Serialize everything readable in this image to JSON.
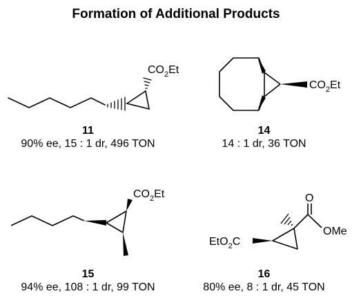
{
  "title": "Formation of Additional Products",
  "compounds": [
    {
      "number": "11",
      "result": "90% ee, 15 : 1 dr, 496 TON",
      "labels": {
        "ester": [
          "CO",
          "2",
          "Et"
        ]
      }
    },
    {
      "number": "14",
      "result": "14 : 1 dr, 36 TON",
      "labels": {
        "ester": [
          "CO",
          "2",
          "Et"
        ]
      }
    },
    {
      "number": "15",
      "result": "94% ee, 108 : 1 dr, 99 TON",
      "labels": {
        "ester": [
          "CO",
          "2",
          "Et"
        ]
      }
    },
    {
      "number": "16",
      "result": "80% ee, 8 : 1 dr, 45 TON",
      "labels": {
        "ester_left": [
          "EtO",
          "2",
          "C"
        ],
        "carbonyl_o": "O",
        "methoxy": "OMe"
      }
    }
  ]
}
